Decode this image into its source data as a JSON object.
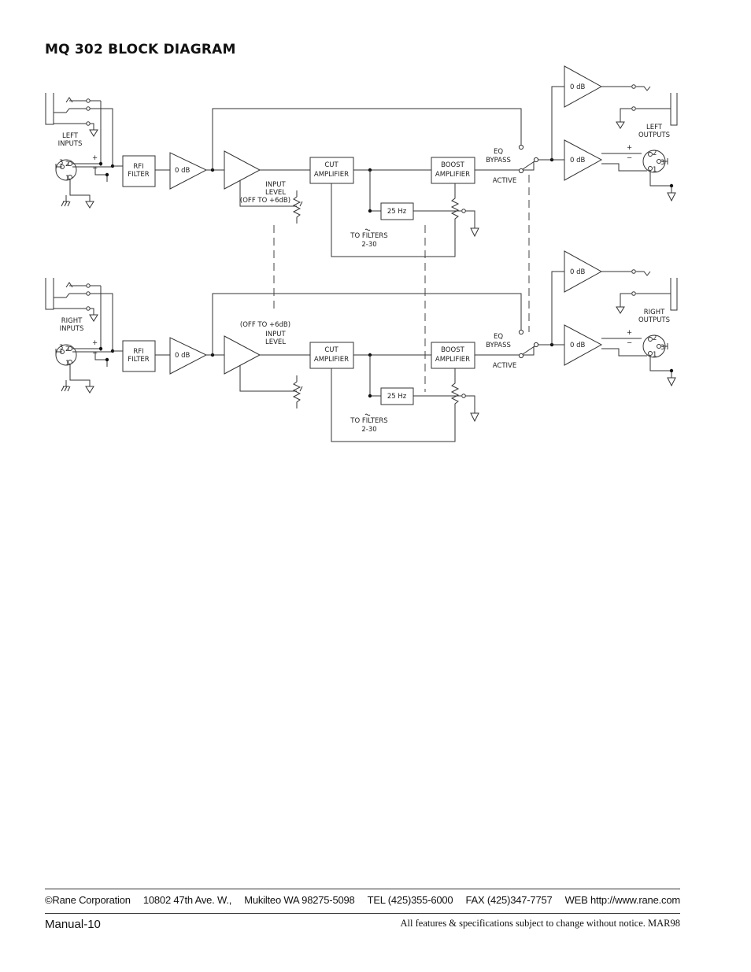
{
  "page": {
    "title": "MQ 302 BLOCK DIAGRAM"
  },
  "diagram": {
    "left_channel": {
      "inputs_label": [
        "LEFT",
        "INPUTS"
      ],
      "outputs_label": [
        "LEFT",
        "OUTPUTS"
      ],
      "rfi_filter": [
        "RFI",
        "FILTER"
      ],
      "buffer_gain": "0 dB",
      "input_level": [
        "INPUT",
        "LEVEL",
        "(OFF TO +6dB)"
      ],
      "cut_amplifier": [
        "CUT",
        "AMPLIFIER"
      ],
      "boost_amplifier": [
        "BOOST",
        "AMPLIFIER"
      ],
      "filter_25hz": "25 Hz",
      "to_filters": [
        "TO FILTERS",
        "2-30"
      ],
      "eq_bypass": [
        "EQ",
        "BYPASS"
      ],
      "active": "ACTIVE",
      "output_gain_top": "0 dB",
      "output_gain_bottom": "0 dB",
      "plus": "+",
      "minus": "−",
      "pin1": "1",
      "pin2": "2",
      "pin3": "3"
    },
    "right_channel": {
      "inputs_label": [
        "RIGHT",
        "INPUTS"
      ],
      "outputs_label": [
        "RIGHT",
        "OUTPUTS"
      ],
      "rfi_filter": [
        "RFI",
        "FILTER"
      ],
      "buffer_gain": "0 dB",
      "input_level": [
        "(OFF TO +6dB)",
        "INPUT",
        "LEVEL"
      ],
      "cut_amplifier": [
        "CUT",
        "AMPLIFIER"
      ],
      "boost_amplifier": [
        "BOOST",
        "AMPLIFIER"
      ],
      "filter_25hz": "25 Hz",
      "to_filters": [
        "TO FILTERS",
        "2-30"
      ],
      "eq_bypass": [
        "EQ",
        "BYPASS"
      ],
      "active": "ACTIVE",
      "output_gain_top": "0 dB",
      "output_gain_bottom": "0 dB",
      "plus": "+",
      "minus": "−",
      "pin1": "1",
      "pin2": "2",
      "pin3": "3"
    }
  },
  "footer": {
    "contact": [
      "©Rane Corporation",
      "10802 47th Ave. W.,",
      "Mukilteo WA 98275-5098",
      "TEL (425)355-6000",
      "FAX (425)347-7757",
      "WEB http://www.rane.com"
    ],
    "manual": "Manual-10",
    "notice": "All features & specifications subject to change without notice. MAR98"
  }
}
